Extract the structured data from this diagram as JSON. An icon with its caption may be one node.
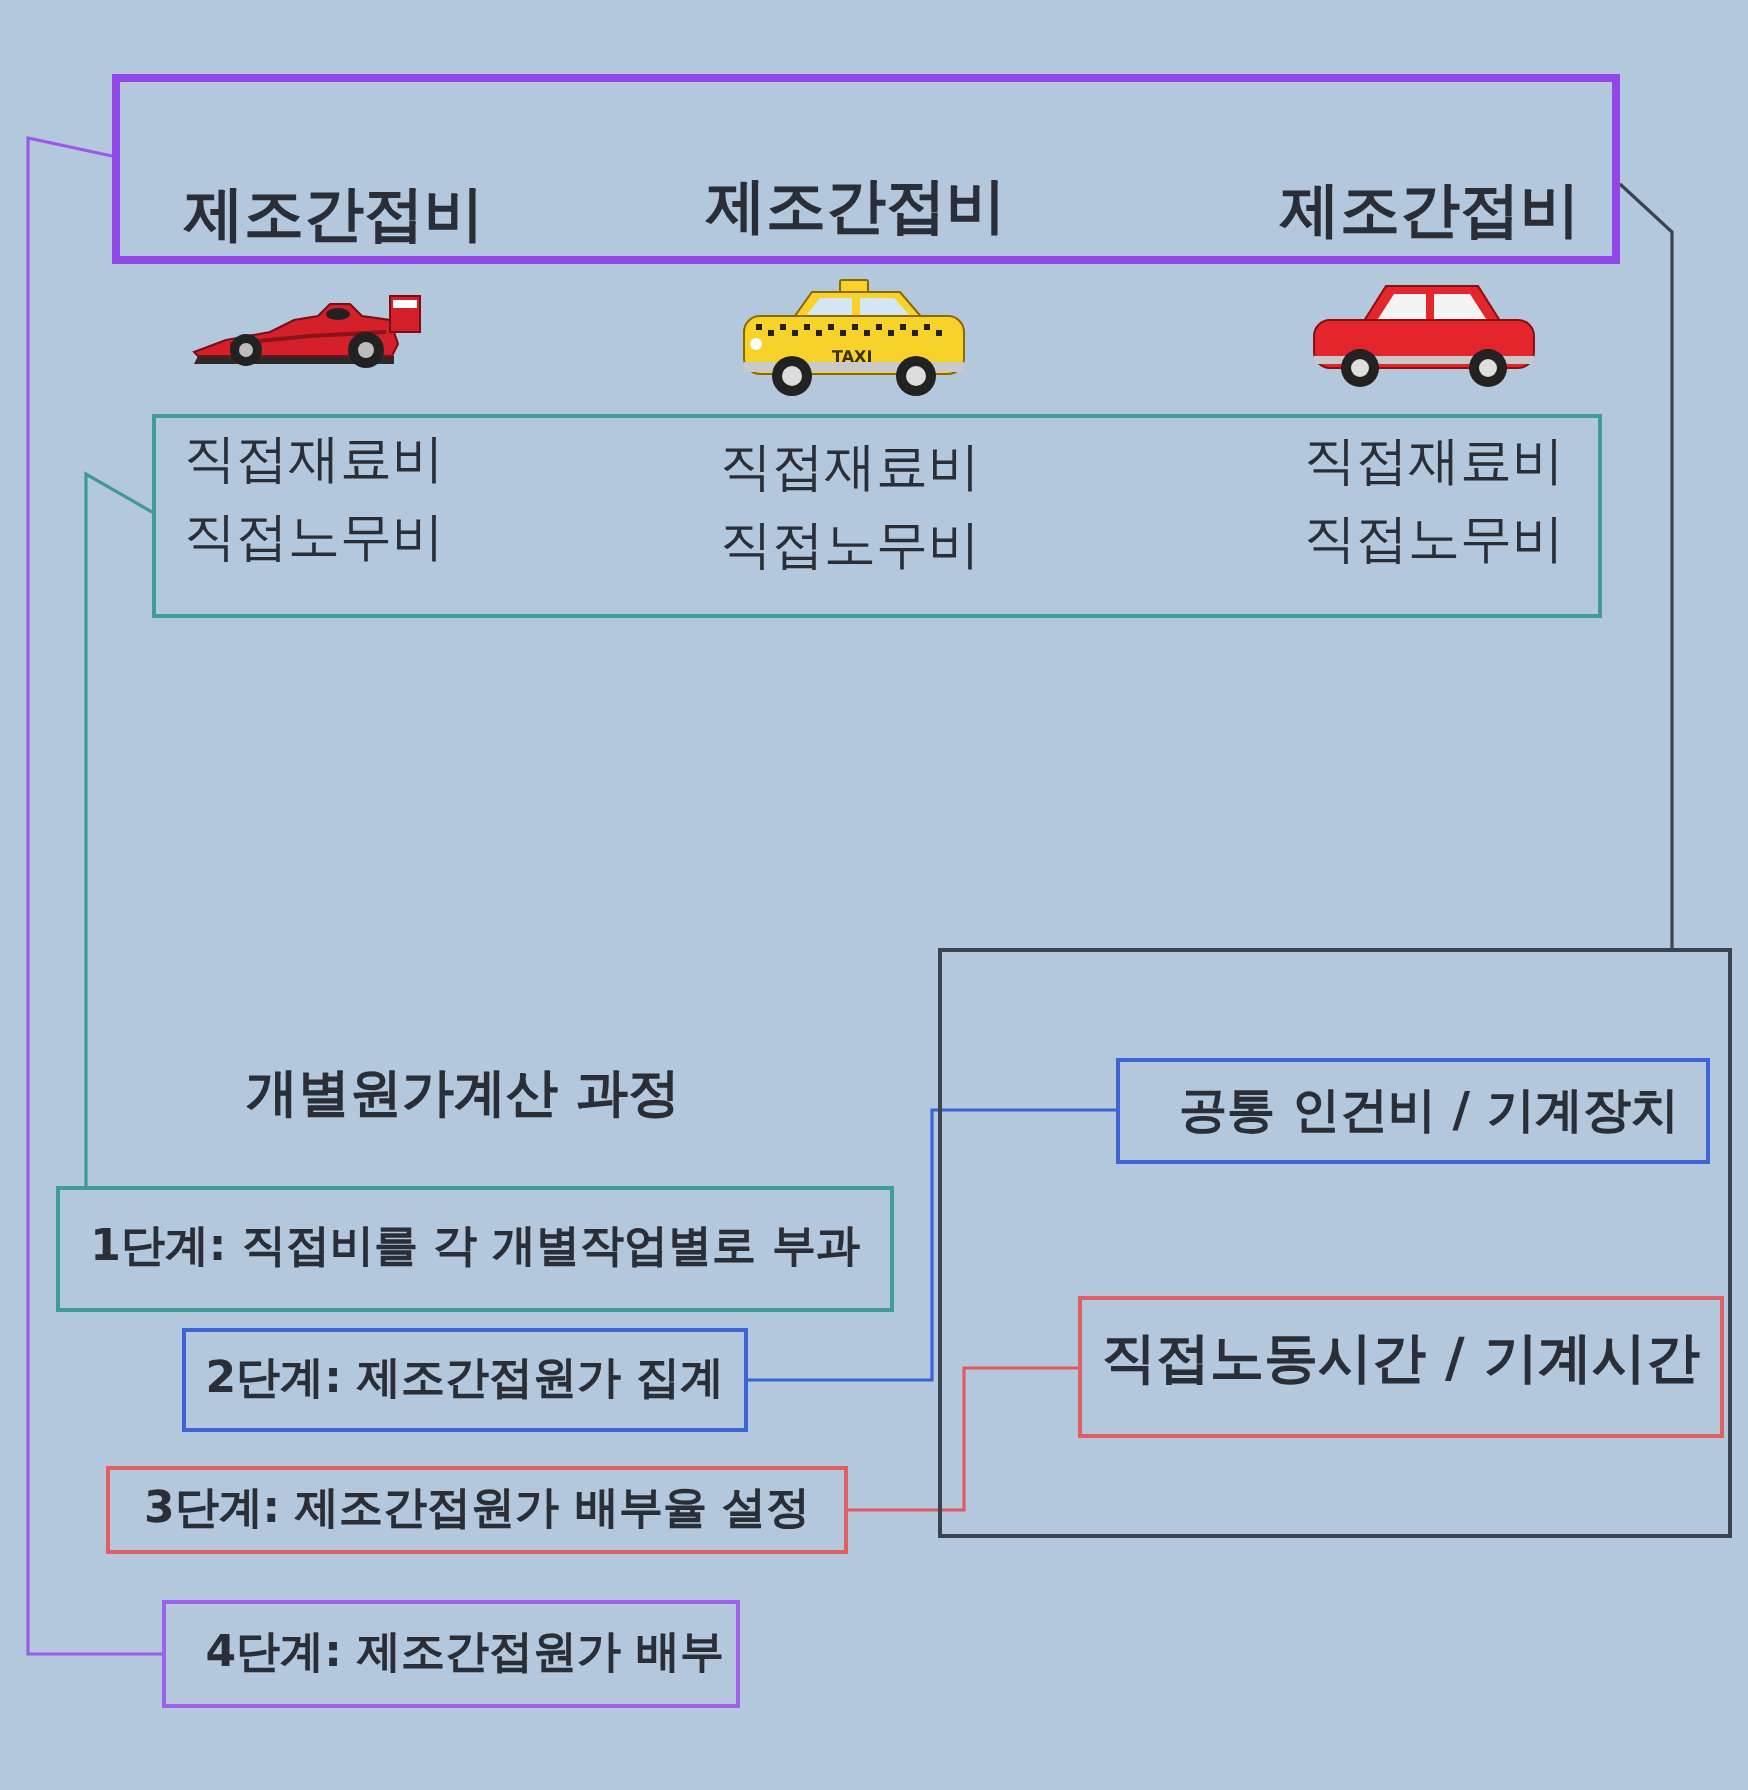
{
  "diagram": {
    "title": "개별원가계산 과정",
    "nodes": [
      {
        "text": [
          "제조간접비",
          "제조간접비",
          "제조간접비"
        ]
      },
      {
        "text": [
          "직접재료비 직접노무비",
          "직접재료비 직접노무비",
          "직접재료비 직접노무비"
        ]
      },
      {
        "text": [],
        "shape": "box"
      },
      {
        "text": [
          "공통 인건비 / 기계장치"
        ],
        "in": 2
      },
      {
        "text": [
          "직접노동시간 / 기계시간"
        ],
        "in": 2
      },
      {
        "text": [
          "1단계: 직접비를 각 개별작업별로 부과"
        ]
      },
      {
        "text": [
          "2단계: 제조간접원가 집계"
        ]
      },
      {
        "text": [
          "3단계: 제조간접원가 배부율 설정"
        ]
      },
      {
        "text": [
          "4단계: 제조간접원가 배부"
        ]
      }
    ],
    "edges": [
      {
        "from": 5,
        "to": 1,
        "arrow": "none",
        "color": "#3d9a9c"
      },
      {
        "from": 6,
        "to": 3,
        "arrow": "none",
        "color": "#3c62d6"
      },
      {
        "from": 7,
        "to": 4,
        "arrow": "none",
        "color": "#e05b5f"
      },
      {
        "from": 8,
        "to": 0,
        "arrow": "none",
        "color": "#9a5ce6"
      },
      {
        "from": 0,
        "to": 2,
        "arrow": "none",
        "color": "#3a4451"
      }
    ],
    "labels": [
      "TAXI"
    ]
  }
}
